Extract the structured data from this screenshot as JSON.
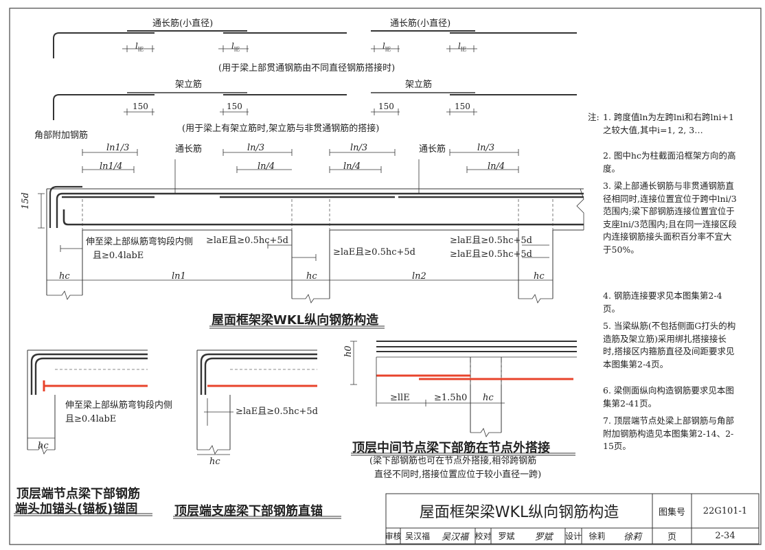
{
  "lap_top": {
    "label_left": "通长筋(小直径)",
    "label_right": "通长筋(小直径)",
    "lle": "l",
    "lle_sub": "lE",
    "caption": "(用于梁上部贯通钢筋由不同直径钢筋搭接时)"
  },
  "lap_erect": {
    "label_left": "架立筋",
    "label_right": "架立筋",
    "dim": "150",
    "caption": "(用于梁上有架立筋时,架立筋与非贯通钢筋的搭接)"
  },
  "main": {
    "corner_bar": "角部附加钢筋",
    "through_bar_1": "通长筋",
    "through_bar_2": "通长筋",
    "ln1_3": "ln1/3",
    "ln1_4": "ln1/4",
    "ln_3_a": "ln/3",
    "ln_4_a": "ln/4",
    "ln_3_b": "ln/3",
    "ln_4_b": "ln/4",
    "ln_3_c": "ln/3",
    "ln_4_c": "ln/4",
    "d15": "15d",
    "left_note_1": "伸至梁上部纵筋弯钩段内侧",
    "left_note_2": "且≥0.4labE",
    "anchor_1": "≥laE且≥0.5hc+5d",
    "anchor_2": "≥laE且≥0.5hc+5d",
    "anchor_3": "≥laE且≥0.5hc+5d",
    "anchor_4": "≥laE且≥0.5hc+5d",
    "hc": "hc",
    "ln1": "ln1",
    "ln2": "ln2",
    "title": "屋面框架梁WKL纵向钢筋构造"
  },
  "detail_a": {
    "note_1": "伸至梁上部纵筋弯钩段内侧",
    "note_2": "且≥0.4labE",
    "hc": "hc",
    "title_1": "顶层端节点梁下部钢筋",
    "title_2": "端头加锚头(锚板)锚固"
  },
  "detail_b": {
    "anchor": "≥laE且≥0.5hc+5d",
    "hc": "hc",
    "title": "顶层端支座梁下部钢筋直锚"
  },
  "detail_c": {
    "h0": "h0",
    "lle": "≥llE",
    "h15": "≥1.5h0",
    "hc": "hc",
    "title": "顶层中间节点梁下部筋在节点外搭接",
    "note_1": "(梁下部钢筋也可在节点外搭接,相邻跨钢筋",
    "note_2": "直径不同时,搭接位置应位于较小直径一跨)"
  },
  "notes": {
    "header": "注:",
    "items": [
      "1. 跨度值ln为左跨lni和右跨lni+1之较大值,其中i=1, 2, 3…",
      "2. 图中hc为柱截面沿框架方向的高度。",
      "3. 梁上部通长钢筋与非贯通钢筋直径相同时,连接位置宜位于跨中lni/3范围内;梁下部钢筋连接位置宜位于支座lni/3范围内;且在同一连接区段内连接钢筋接头面积百分率不宜大于50%。",
      "4. 钢筋连接要求见本图集第2-4页。",
      "5. 当梁纵筋(不包括侧面G打头的构造筋及架立筋)采用绑扎搭接接长时,搭接区内箍筋直径及间距要求见本图集第2-4页。",
      "6. 梁侧面纵向构造钢筋要求见本图集第2-41页。",
      "7. 顶层端节点处梁上部钢筋与角部附加钢筋构造见本图集第2-14、2-15页。"
    ]
  },
  "titleblock": {
    "main_title": "屋面框架梁WKL纵向钢筋构造",
    "atlas_label": "图集号",
    "atlas_no": "22G101-1",
    "review_label": "审核",
    "reviewer": "吴汉福",
    "reviewer_sig": "吴汉福",
    "check_label": "校对",
    "checker": "罗斌",
    "checker_sig": "罗斌",
    "design_label": "设计",
    "designer": "徐莉",
    "designer_sig": "徐莉",
    "page_label": "页",
    "page_no": "2-34"
  },
  "colors": {
    "ink": "#222222",
    "rebar": "#333333",
    "red_bar": "#e8432b",
    "frame": "#444444"
  }
}
